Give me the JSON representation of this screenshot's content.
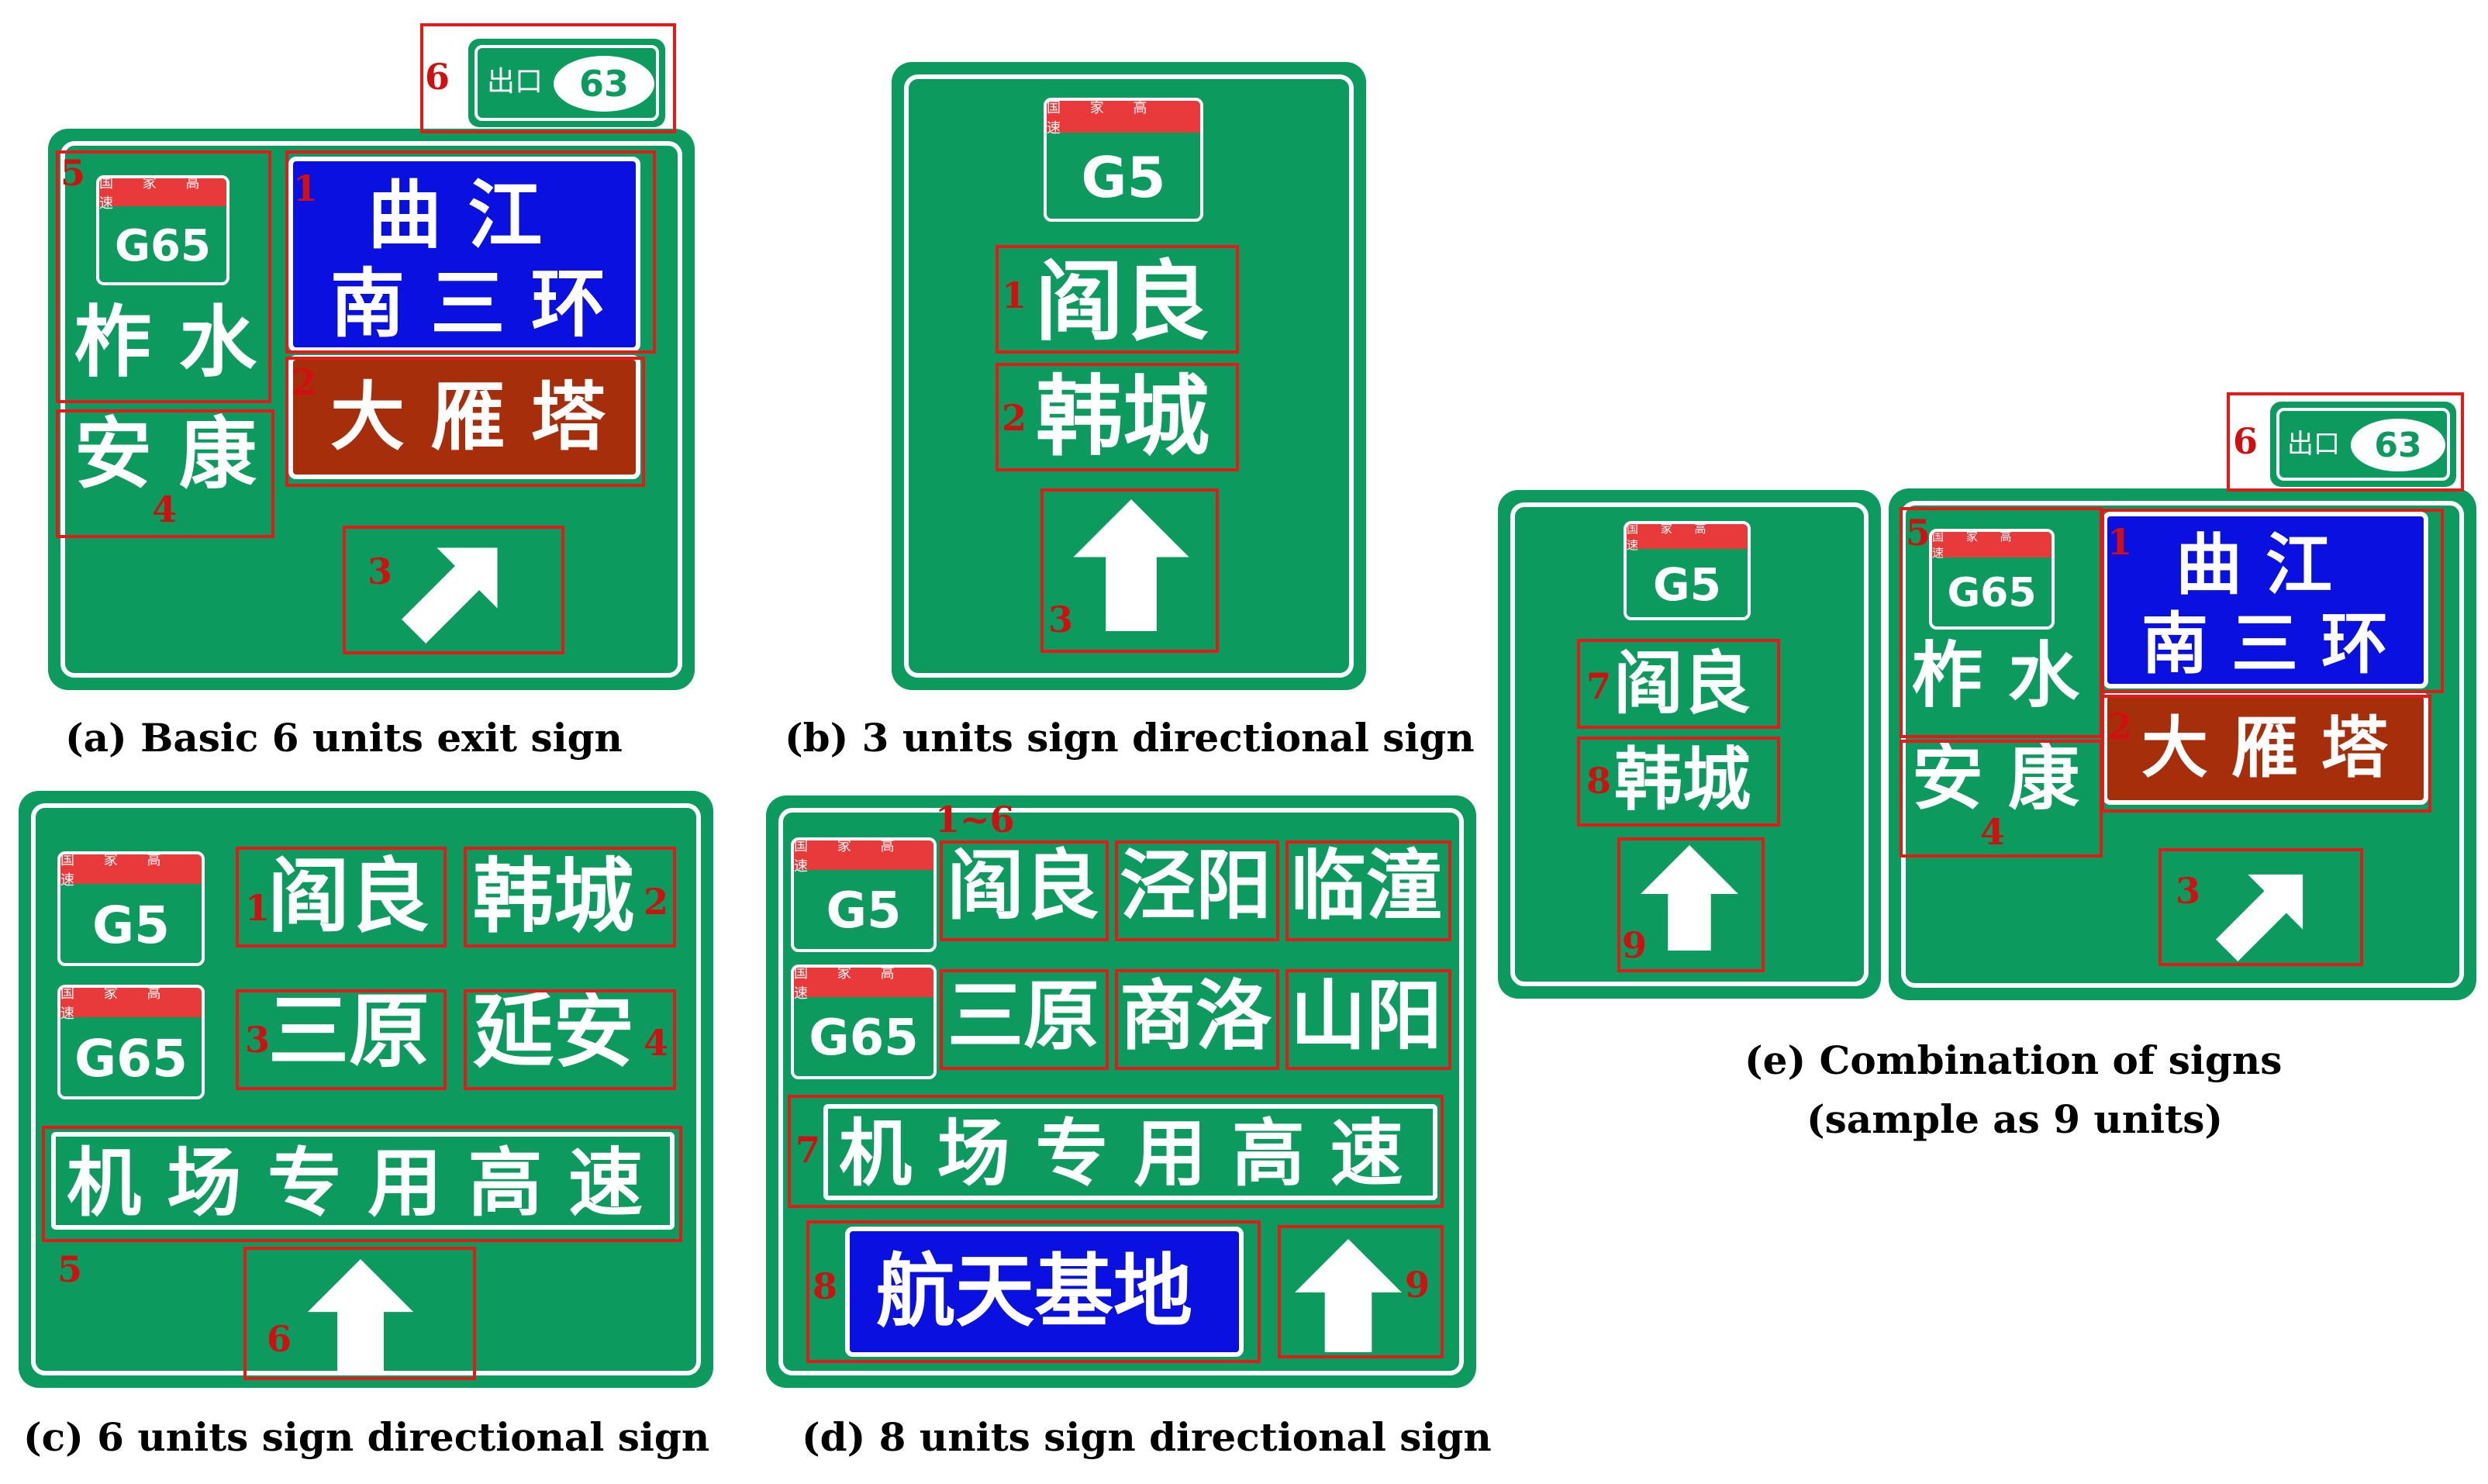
{
  "captions": {
    "a": "(a) Basic 6 units exit sign",
    "b": "(b) 3 units sign directional sign",
    "c": "(c) 6 units sign directional sign",
    "d": "(d) 8 units sign directional sign",
    "e_line1": "(e) Combination of signs",
    "e_line2": "(sample as 9 units)"
  },
  "shield_band": "国 家 高 速",
  "routes": {
    "g5": "G5",
    "g65": "G65"
  },
  "exit": {
    "label": "出口",
    "number": "63"
  },
  "places": {
    "qujiang": "曲 江",
    "nansanhuan": "南 三 环",
    "dayanta": "大 雁 塔",
    "zhashui": "柞 水",
    "ankang": "安 康",
    "yanliang": "阎良",
    "hancheng": "韩城",
    "sanyuan": "三原",
    "yanan": "延安",
    "jingyang": "泾阳",
    "lintong": "临潼",
    "shangluo": "商洛",
    "shanyang": "山阳",
    "airport_highway": "机 场 专 用 高 速",
    "hangtian": "航天基地"
  },
  "unit_labels": {
    "n1": "1",
    "n2": "2",
    "n3": "3",
    "n4": "4",
    "n5": "5",
    "n6": "6",
    "n7": "7",
    "n8": "8",
    "n9": "9",
    "n1to6": "1~6"
  },
  "colors": {
    "sign_green": "#0c9a5e",
    "panel_blue": "#0a10e0",
    "panel_brown": "#a62e0a",
    "shield_red": "#e83a3a",
    "annotation_red": "#e21a1a"
  }
}
